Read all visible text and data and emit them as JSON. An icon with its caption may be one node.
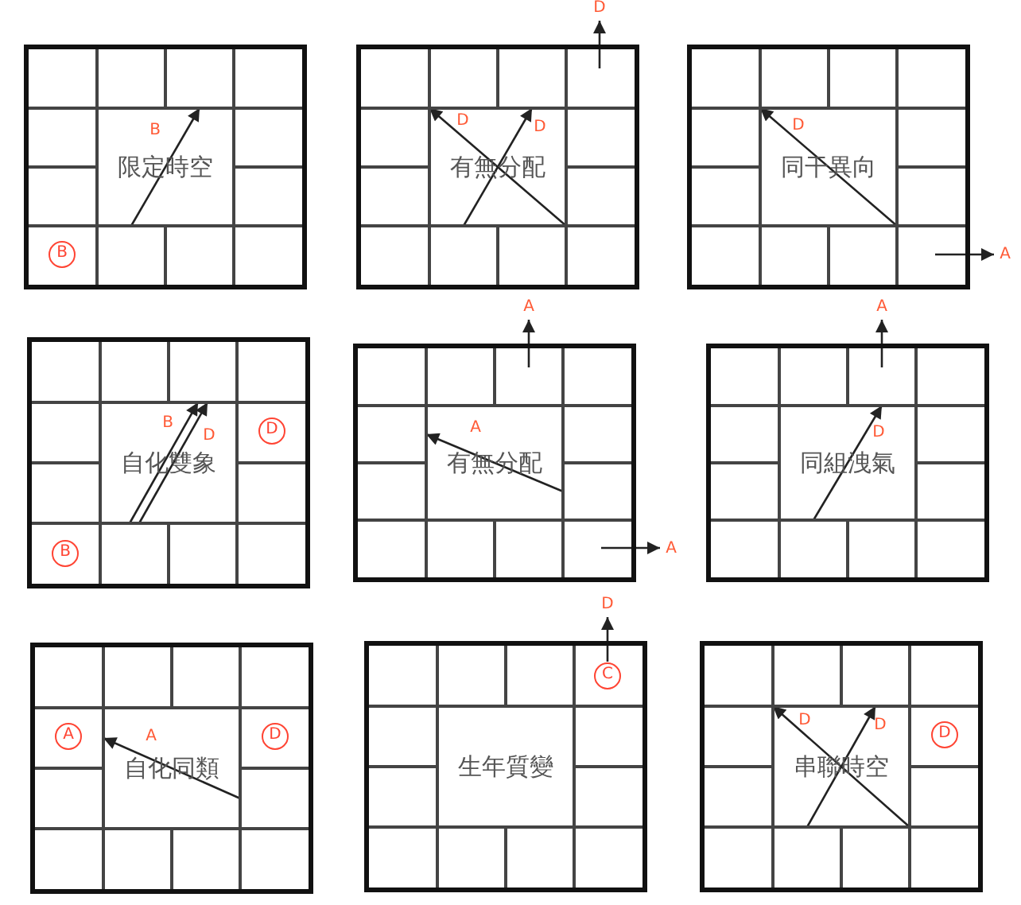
{
  "diagram": {
    "nodes": [
      {
        "text": [
          "限定時空"
        ]
      },
      {
        "text": [],
        "shape": "box",
        "in": 0
      },
      {
        "text": [],
        "shape": "box",
        "in": 0
      },
      {
        "text": [],
        "shape": "box",
        "in": 0
      },
      {
        "text": [],
        "shape": "box",
        "in": 0
      },
      {
        "text": [],
        "shape": "box",
        "in": 0
      },
      {
        "text": [],
        "shape": "box",
        "in": 0
      },
      {
        "text": [],
        "shape": "box",
        "in": 0
      },
      {
        "text": [],
        "shape": "box",
        "in": 0
      },
      {
        "text": [],
        "shape": "box",
        "in": 0
      },
      {
        "text": [
          "B"
        ],
        "in": 9
      },
      {
        "text": [],
        "shape": "box",
        "in": 0
      },
      {
        "text": [],
        "shape": "box",
        "in": 0
      },
      {
        "text": [],
        "shape": "box",
        "in": 0
      },
      {
        "text": [
          "有無分配"
        ]
      },
      {
        "text": [],
        "shape": "box",
        "in": 14
      },
      {
        "text": [],
        "shape": "box",
        "in": 14
      },
      {
        "text": [],
        "shape": "box",
        "in": 14
      },
      {
        "text": [],
        "shape": "box",
        "in": 14
      },
      {
        "text": [],
        "shape": "box",
        "in": 14
      },
      {
        "text": [],
        "shape": "box",
        "in": 14
      },
      {
        "text": [],
        "shape": "box",
        "in": 14
      },
      {
        "text": [],
        "shape": "box",
        "in": 14
      },
      {
        "text": [],
        "shape": "box",
        "in": 14
      },
      {
        "text": [],
        "shape": "box",
        "in": 14
      },
      {
        "text": [],
        "shape": "box",
        "in": 14
      },
      {
        "text": [],
        "shape": "box",
        "in": 14
      },
      {
        "text": [
          "同干異向"
        ]
      },
      {
        "text": [],
        "shape": "box",
        "in": 27
      },
      {
        "text": [],
        "shape": "box",
        "in": 27
      },
      {
        "text": [],
        "shape": "box",
        "in": 27
      },
      {
        "text": [],
        "shape": "box",
        "in": 27
      },
      {
        "text": [],
        "shape": "box",
        "in": 27
      },
      {
        "text": [],
        "shape": "box",
        "in": 27
      },
      {
        "text": [],
        "shape": "box",
        "in": 27
      },
      {
        "text": [],
        "shape": "box",
        "in": 27
      },
      {
        "text": [],
        "shape": "box",
        "in": 27
      },
      {
        "text": [],
        "shape": "box",
        "in": 27
      },
      {
        "text": [],
        "shape": "box",
        "in": 27
      },
      {
        "text": [],
        "shape": "box",
        "in": 27
      },
      {
        "text": [
          "自化雙象"
        ]
      },
      {
        "text": [],
        "shape": "box",
        "in": 40
      },
      {
        "text": [],
        "shape": "box",
        "in": 40
      },
      {
        "text": [],
        "shape": "box",
        "in": 40
      },
      {
        "text": [],
        "shape": "box",
        "in": 40
      },
      {
        "text": [],
        "shape": "box",
        "in": 40
      },
      {
        "text": [],
        "shape": "box",
        "in": 40
      },
      {
        "text": [
          "D"
        ],
        "in": 46
      },
      {
        "text": [],
        "shape": "box",
        "in": 40
      },
      {
        "text": [],
        "shape": "box",
        "in": 40
      },
      {
        "text": [],
        "shape": "box",
        "in": 40
      },
      {
        "text": [
          "B"
        ],
        "in": 50
      },
      {
        "text": [],
        "shape": "box",
        "in": 40
      },
      {
        "text": [],
        "shape": "box",
        "in": 40
      },
      {
        "text": [],
        "shape": "box",
        "in": 40
      },
      {
        "text": [
          "有無分配"
        ]
      },
      {
        "text": [],
        "shape": "box",
        "in": 55
      },
      {
        "text": [],
        "shape": "box",
        "in": 55
      },
      {
        "text": [],
        "shape": "box",
        "in": 55
      },
      {
        "text": [],
        "shape": "box",
        "in": 55
      },
      {
        "text": [],
        "shape": "box",
        "in": 55
      },
      {
        "text": [],
        "shape": "box",
        "in": 55
      },
      {
        "text": [],
        "shape": "box",
        "in": 55
      },
      {
        "text": [],
        "shape": "box",
        "in": 55
      },
      {
        "text": [],
        "shape": "box",
        "in": 55
      },
      {
        "text": [],
        "shape": "box",
        "in": 55
      },
      {
        "text": [],
        "shape": "box",
        "in": 55
      },
      {
        "text": [],
        "shape": "box",
        "in": 55
      },
      {
        "text": [
          "同組洩氣"
        ]
      },
      {
        "text": [],
        "shape": "box",
        "in": 68
      },
      {
        "text": [],
        "shape": "box",
        "in": 68
      },
      {
        "text": [],
        "shape": "box",
        "in": 68
      },
      {
        "text": [],
        "shape": "box",
        "in": 68
      },
      {
        "text": [],
        "shape": "box",
        "in": 68
      },
      {
        "text": [],
        "shape": "box",
        "in": 68
      },
      {
        "text": [],
        "shape": "box",
        "in": 68
      },
      {
        "text": [],
        "shape": "box",
        "in": 68
      },
      {
        "text": [],
        "shape": "box",
        "in": 68
      },
      {
        "text": [],
        "shape": "box",
        "in": 68
      },
      {
        "text": [],
        "shape": "box",
        "in": 68
      },
      {
        "text": [],
        "shape": "box",
        "in": 68
      },
      {
        "text": [
          "自化同類"
        ]
      },
      {
        "text": [],
        "shape": "box",
        "in": 81
      },
      {
        "text": [],
        "shape": "box",
        "in": 81
      },
      {
        "text": [],
        "shape": "box",
        "in": 81
      },
      {
        "text": [],
        "shape": "box",
        "in": 81
      },
      {
        "text": [],
        "shape": "box",
        "in": 81
      },
      {
        "text": [
          "A"
        ],
        "in": 86
      },
      {
        "text": [],
        "shape": "box",
        "in": 81
      },
      {
        "text": [
          "D"
        ],
        "in": 88
      },
      {
        "text": [],
        "shape": "box",
        "in": 81
      },
      {
        "text": [],
        "shape": "box",
        "in": 81
      },
      {
        "text": [],
        "shape": "box",
        "in": 81
      },
      {
        "text": [],
        "shape": "box",
        "in": 81
      },
      {
        "text": [],
        "shape": "box",
        "in": 81
      },
      {
        "text": [],
        "shape": "box",
        "in": 81
      },
      {
        "text": [
          "生年質變"
        ]
      },
      {
        "text": [],
        "shape": "box",
        "in": 96
      },
      {
        "text": [],
        "shape": "box",
        "in": 96
      },
      {
        "text": [],
        "shape": "box",
        "in": 96
      },
      {
        "text": [],
        "shape": "box",
        "in": 96
      },
      {
        "text": [
          "C"
        ],
        "in": 100
      },
      {
        "text": [],
        "shape": "box",
        "in": 96
      },
      {
        "text": [],
        "shape": "box",
        "in": 96
      },
      {
        "text": [],
        "shape": "box",
        "in": 96
      },
      {
        "text": [],
        "shape": "box",
        "in": 96
      },
      {
        "text": [],
        "shape": "box",
        "in": 96
      },
      {
        "text": [],
        "shape": "box",
        "in": 96
      },
      {
        "text": [],
        "shape": "box",
        "in": 96
      },
      {
        "text": [],
        "shape": "box",
        "in": 96
      },
      {
        "text": [
          "串聯時空"
        ]
      },
      {
        "text": [],
        "shape": "box",
        "in": 110
      },
      {
        "text": [],
        "shape": "box",
        "in": 110
      },
      {
        "text": [],
        "shape": "box",
        "in": 110
      },
      {
        "text": [],
        "shape": "box",
        "in": 110
      },
      {
        "text": [],
        "shape": "box",
        "in": 110
      },
      {
        "text": [],
        "shape": "box",
        "in": 110
      },
      {
        "text": [
          "D"
        ],
        "in": 116
      },
      {
        "text": [],
        "shape": "box",
        "in": 110
      },
      {
        "text": [],
        "shape": "box",
        "in": 110
      },
      {
        "text": [],
        "shape": "box",
        "in": 110
      },
      {
        "text": [],
        "shape": "box",
        "in": 110
      },
      {
        "text": [],
        "shape": "box",
        "in": 110
      },
      {
        "text": [],
        "shape": "box",
        "in": 110
      }
    ],
    "edges": [
      {
        "from": 11,
        "to": 3,
        "arrow": "to",
        "label": "B"
      },
      {
        "from": 24,
        "to": 17,
        "arrow": "to",
        "label": "D"
      },
      {
        "from": 26,
        "to": 15,
        "arrow": "to",
        "label": "D"
      },
      {
        "from": 18,
        "to": null,
        "arrow": "to",
        "label": "D"
      },
      {
        "from": 39,
        "to": 28,
        "arrow": "to",
        "label": "D"
      },
      {
        "from": 39,
        "to": null,
        "arrow": "to",
        "label": "A"
      },
      {
        "from": 52,
        "to": 43,
        "arrow": "to",
        "label": "B"
      },
      {
        "from": 52,
        "to": 43,
        "arrow": "to",
        "label": "D"
      },
      {
        "from": 63,
        "to": 60,
        "arrow": "to",
        "label": "A"
      },
      {
        "from": 58,
        "to": null,
        "arrow": "to",
        "label": "A"
      },
      {
        "from": 67,
        "to": null,
        "arrow": "to",
        "label": "A"
      },
      {
        "from": 78,
        "to": 71,
        "arrow": "to",
        "label": "D"
      },
      {
        "from": 71,
        "to": null,
        "arrow": "to",
        "label": "A"
      },
      {
        "from": 91,
        "to": 86,
        "arrow": "to",
        "label": "A"
      },
      {
        "from": 101,
        "to": null,
        "arrow": "to",
        "label": "D"
      },
      {
        "from": 121,
        "to": 113,
        "arrow": "to",
        "label": "D"
      },
      {
        "from": 123,
        "to": 111,
        "arrow": "to",
        "label": "D"
      }
    ]
  }
}
